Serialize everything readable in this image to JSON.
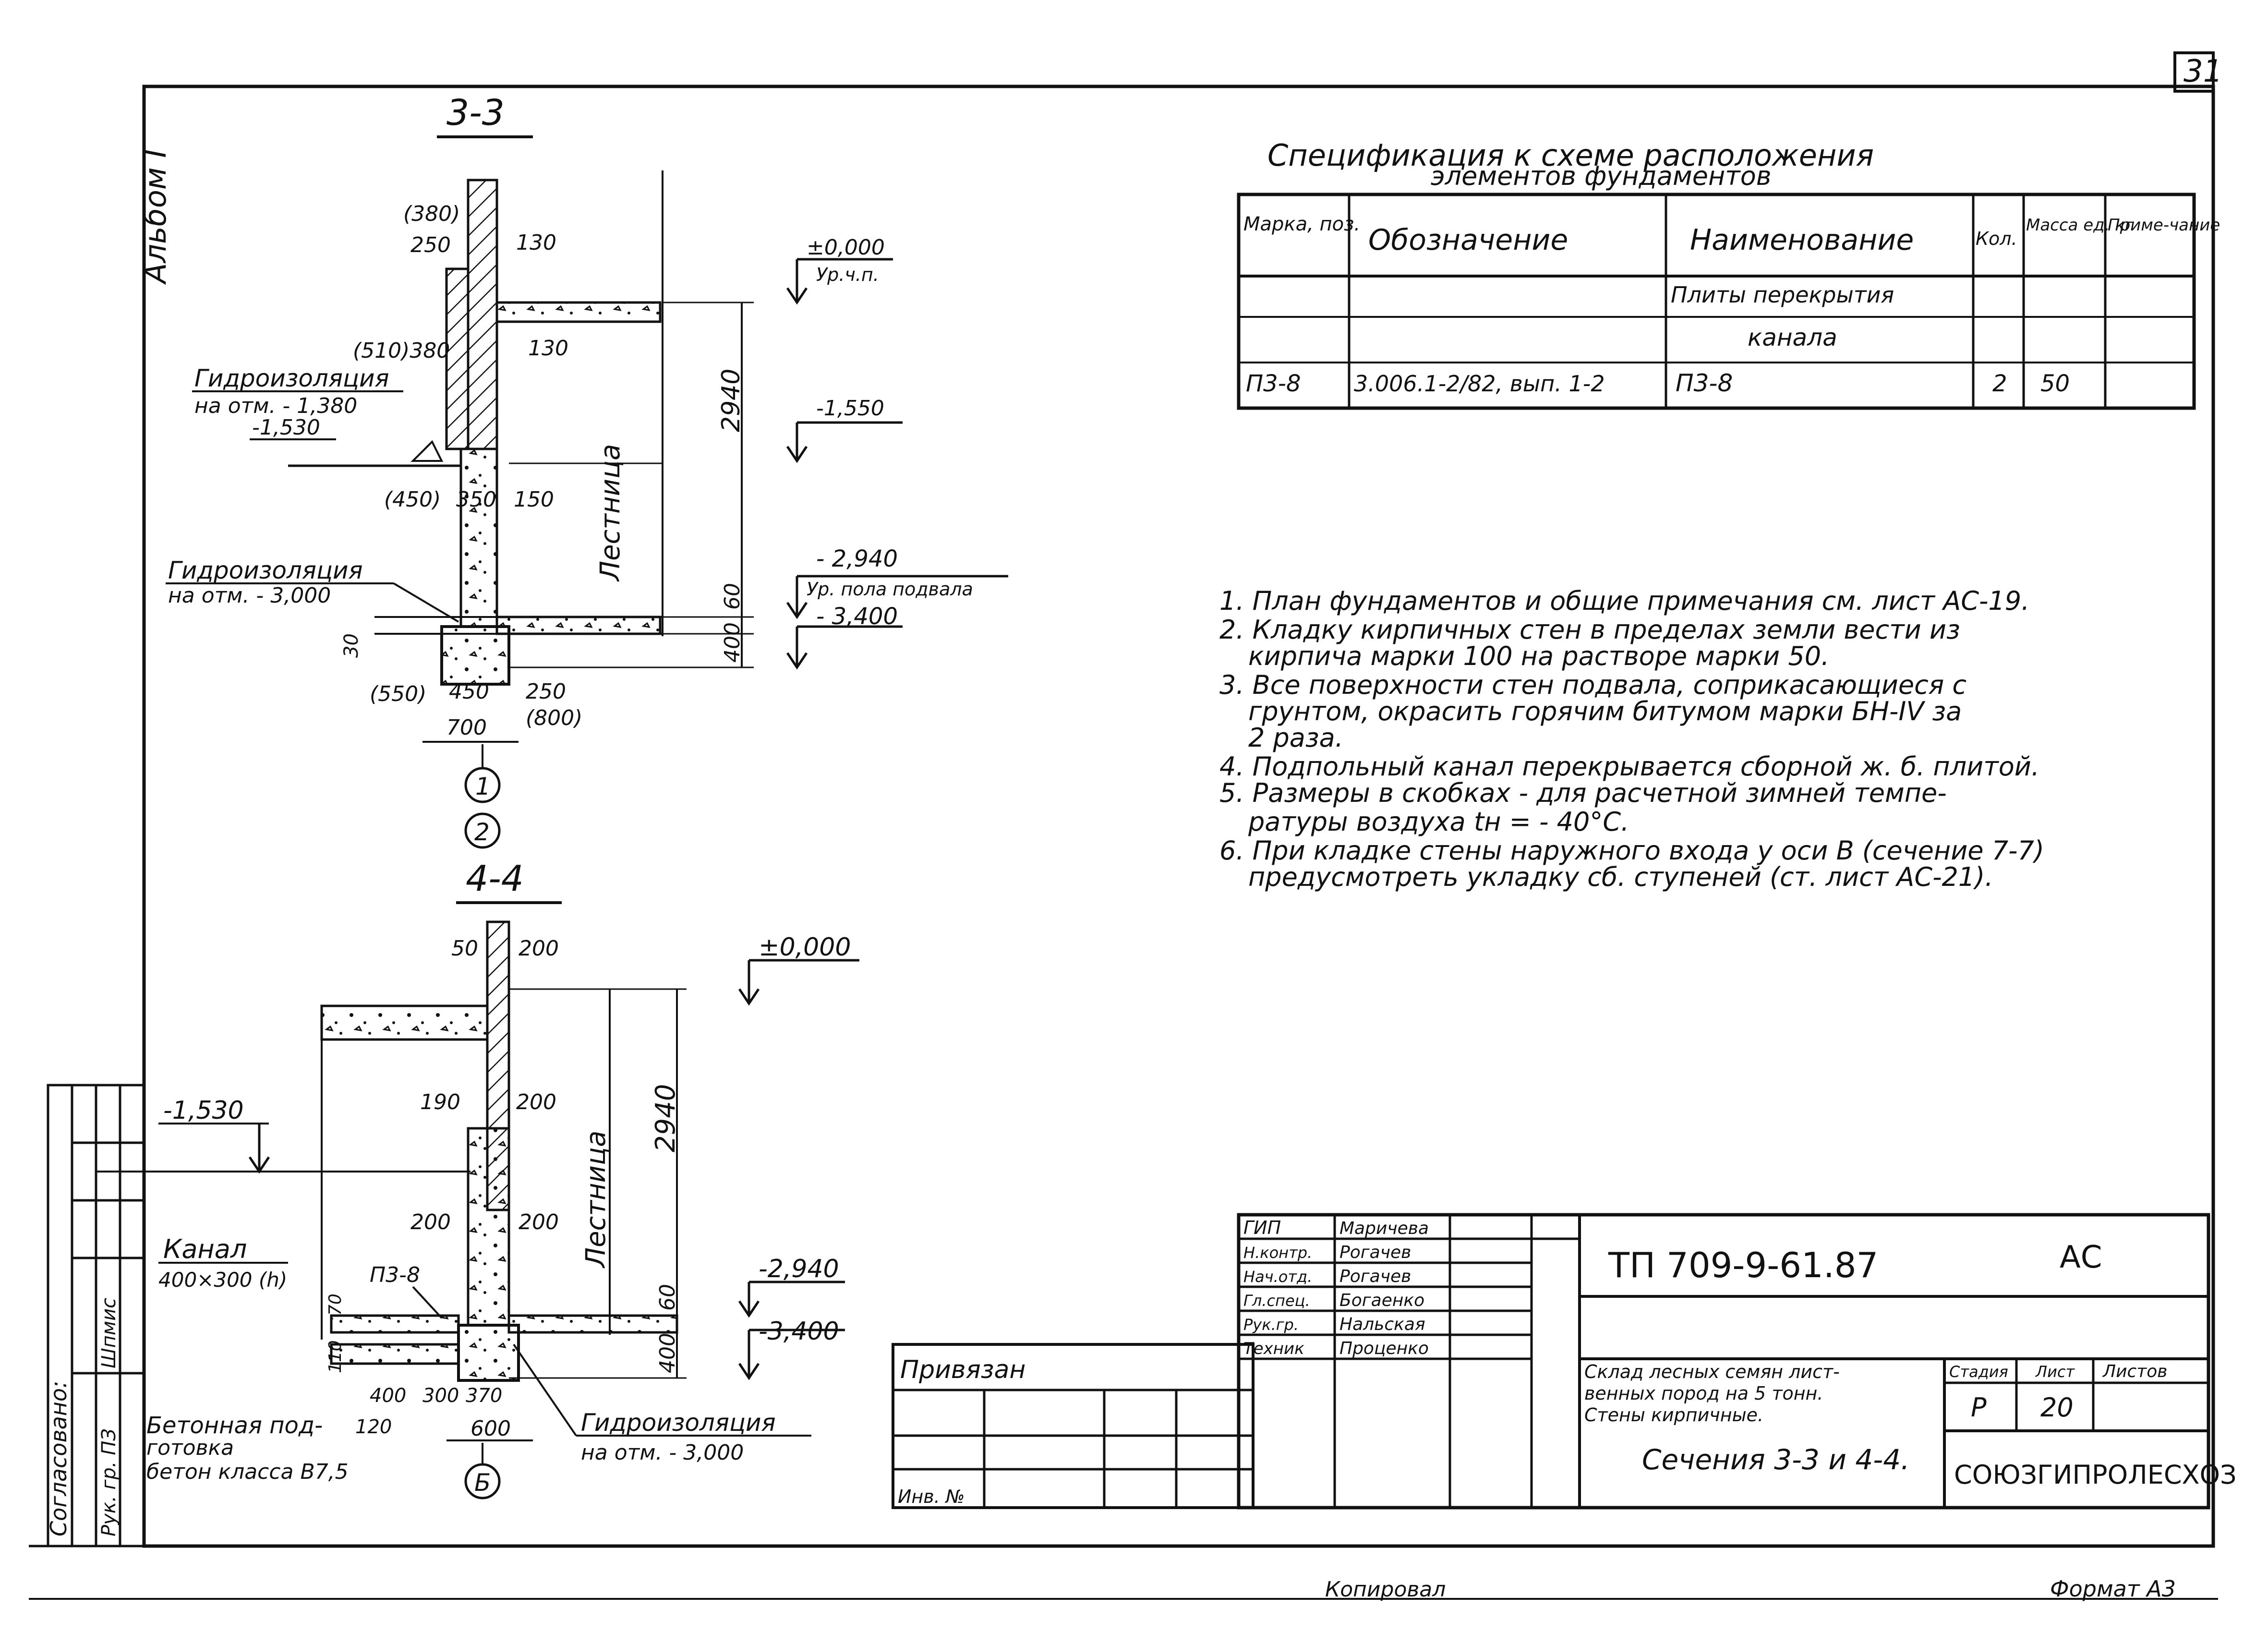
{
  "sheet_number": "31",
  "album_label": "Альбом I",
  "section_3_3": {
    "title": "3-3",
    "dims_left": [
      "(380)",
      "250",
      "(510)380",
      "(450)",
      "350",
      "(550)",
      "450",
      "700"
    ],
    "dims_right": [
      "130",
      "130",
      "150",
      "250",
      "(800)"
    ],
    "dim_30": "30",
    "elev_0": "±0,000",
    "elev_0_note": "Ур.ч.п.",
    "elev_1550": "-1,550",
    "elev_2940": "- 2,940",
    "elev_2940_note": "Ур. пола подвала",
    "elev_3400": "- 3,400",
    "dim_2940": "2940",
    "dim_60": "60",
    "dim_400": "400",
    "hydro_1_title": "Гидроизоляция",
    "hydro_1_note": "на отм. - 1,380",
    "elev_1530": "-1,530",
    "hydro_2_title": "Гидроизоляция",
    "hydro_2_note": "на отм. - 3,000",
    "stair_label": "Лестница",
    "axis_1": "1",
    "axis_2": "2"
  },
  "section_4_4": {
    "title": "4-4",
    "dim_50": "50",
    "dim_200a": "200",
    "dim_190": "190",
    "dim_200b": "200",
    "dim_200c": "200",
    "dim_200d": "200",
    "elev_0": "±0,000",
    "elev_1530": "-1,530",
    "elev_2940": "-2,940",
    "elev_3400": "-3,400",
    "dim_2940": "2940",
    "dim_60": "60",
    "dim_400": "400",
    "dim_70": "70",
    "dim_110": "110",
    "dims_bottom": [
      "400",
      "300",
      "370"
    ],
    "dim_120": "120",
    "dim_600": "600",
    "slab_label": "П3-8",
    "channel_title": "Канал",
    "channel_size": "400×300 (h)",
    "bed_1": "Бетонная под-",
    "bed_2": "готовка",
    "bed_3": "бетон класса В7,5",
    "hydro_title": "Гидроизоляция",
    "hydro_note": "на отм. - 3,000",
    "stair_label": "Лестница",
    "axis_b": "Б"
  },
  "spec": {
    "title_line1": "Спецификация к схеме расположения",
    "title_line2": "элементов фундаментов",
    "headers": [
      "Марка, поз.",
      "Обозначение",
      "Наименование",
      "Кол.",
      "Масса ед. кг",
      "Приме-чание"
    ],
    "rows": [
      [
        "",
        "",
        "Плиты перекрытия",
        "",
        "",
        ""
      ],
      [
        "",
        "",
        "канала",
        "",
        "",
        ""
      ],
      [
        "П3-8",
        "3.006.1-2/82, вып. 1-2",
        "П3-8",
        "2",
        "50",
        ""
      ]
    ]
  },
  "notes": [
    "1. План фундаментов и общие примечания см. лист АС-19.",
    "2. Кладку кирпичных стен в пределах земли вести из",
    "кирпича марки 100 на растворе марки 50.",
    "3. Все поверхности стен подвала, соприкасающиеся с",
    "грунтом, окрасить горячим битумом марки БН-IV за",
    "2 раза.",
    "4. Подпольный канал перекрывается сборной ж. б. плитой.",
    "5. Размеры в скобках - для расчетной зимней темпе-",
    "ратуры воздуха tн = - 40°С.",
    "6. При кладке стены наружного входа у оси В (сечение 7-7)",
    "предусмотреть укладку сб. ступеней (ст. лист АС-21)."
  ],
  "title_block": {
    "roles": [
      "ГИП",
      "Н.контр.",
      "Нач.отд.",
      "Гл.спец.",
      "Рук.гр.",
      "Техник"
    ],
    "names": [
      "Маричева",
      "Рогачев",
      "Рогачев",
      "Богаенко",
      "Нальская",
      "Проценко"
    ],
    "doc_code": "ТП 709-9-61.87",
    "doc_mark": "АС",
    "project_line1": "Склад лесных семян лист-",
    "project_line2": "венных пород на 5 тонн.",
    "project_line3": "Стены кирпичные.",
    "sheet_title": "Сечения 3-3 и 4-4.",
    "stage_header": "Стадия",
    "sheet_header": "Лист",
    "sheets_header": "Листов",
    "stage": "Р",
    "sheet": "20",
    "org": "СОЮЗГИПРОЛЕСХОЗ",
    "bound": "Привязан",
    "inv": "Инв. №"
  },
  "left_stamp": {
    "agreed": "Согласовано:",
    "role": "Рук. гр. ПЗ",
    "stamp": "Шпмис"
  },
  "footer": {
    "copied": "Копировал",
    "format": "Формат А3"
  }
}
